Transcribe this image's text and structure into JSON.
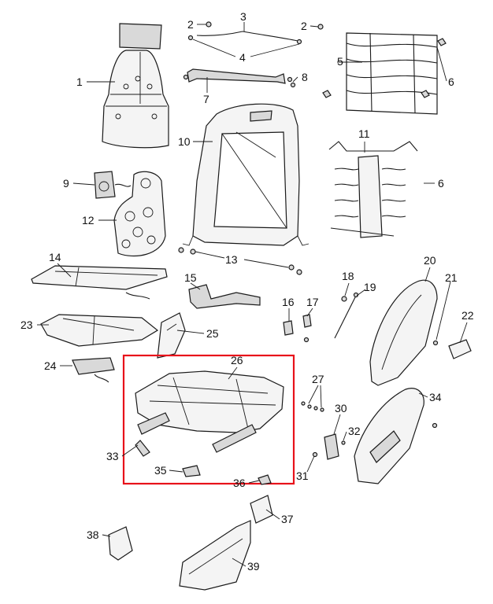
{
  "diagram": {
    "highlight_color": "#e8121a",
    "callouts": {
      "c1": "1",
      "c2a": "2",
      "c2b": "2",
      "c3": "3",
      "c4": "4",
      "c5": "5",
      "c6a": "6",
      "c6b": "6",
      "c7": "7",
      "c8": "8",
      "c9": "9",
      "c10": "10",
      "c11": "11",
      "c12": "12",
      "c13": "13",
      "c14": "14",
      "c15": "15",
      "c16": "16",
      "c17": "17",
      "c18": "18",
      "c19": "19",
      "c20": "20",
      "c21": "21",
      "c22": "22",
      "c23": "23",
      "c24": "24",
      "c25": "25",
      "c26": "26",
      "c27": "27",
      "c30": "30",
      "c31": "31",
      "c32": "32",
      "c33": "33",
      "c34": "34",
      "c35": "35",
      "c36": "36",
      "c37": "37",
      "c38": "38",
      "c39": "39"
    }
  }
}
